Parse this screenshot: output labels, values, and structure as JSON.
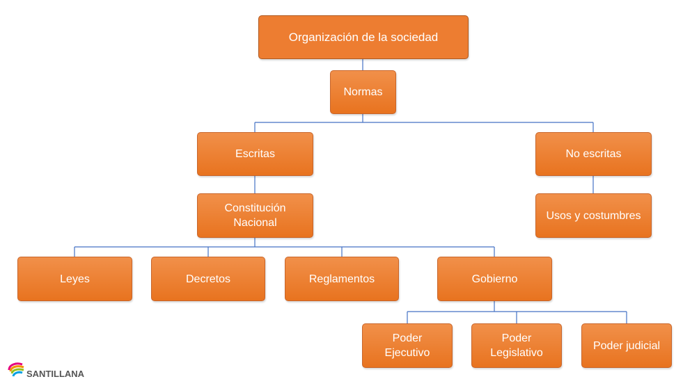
{
  "nodes": {
    "root": "Organización de la sociedad",
    "normas": "Normas",
    "escritas": "Escritas",
    "no_escritas": "No escritas",
    "constitucion": "Constitución Nacional",
    "usos": "Usos y costumbres",
    "leyes": "Leyes",
    "decretos": "Decretos",
    "reglamentos": "Reglamentos",
    "gobierno": "Gobierno",
    "ejecutivo": "Poder Ejecutivo",
    "legislativo": "Poder Legislativo",
    "judicial": "Poder judicial"
  },
  "logo": {
    "text": "SANTILLANA"
  },
  "colors": {
    "box": "#ED7D31",
    "connector": "#4472C4"
  }
}
